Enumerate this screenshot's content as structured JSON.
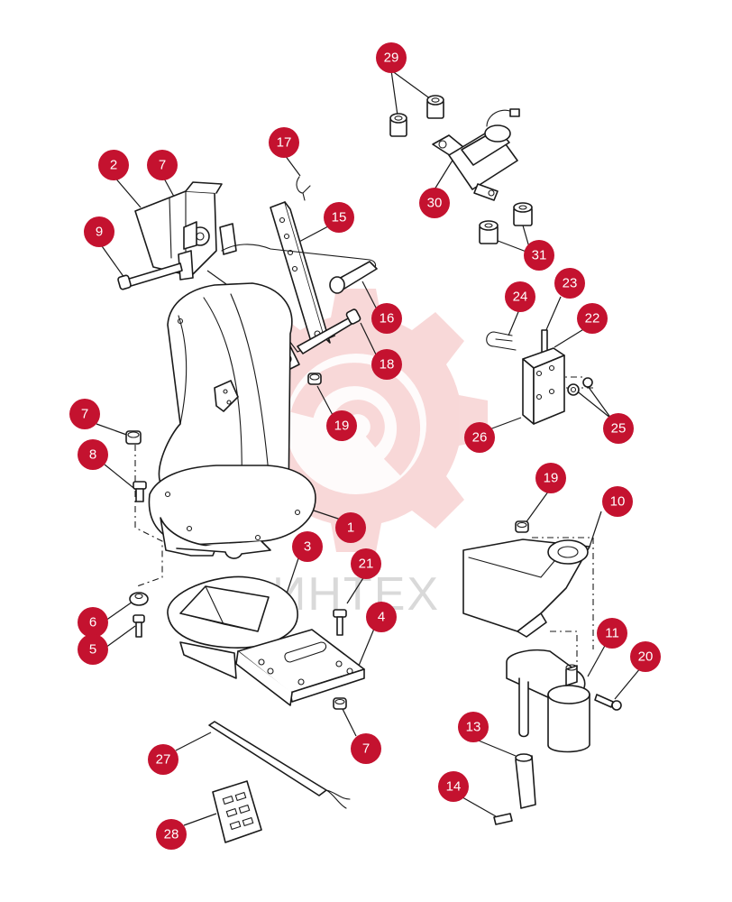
{
  "colors": {
    "callout_fill": "#c4122f",
    "callout_text": "#ffffff",
    "line": "#1a1a1a",
    "watermark_gear": "#f6c9c9",
    "watermark_text": "#d9d9d9"
  },
  "watermark": {
    "text": "ИНТЕХ",
    "icon": "gear-logo-icon"
  },
  "callouts": [
    {
      "id": "c29",
      "label": "29"
    },
    {
      "id": "c30",
      "label": "30"
    },
    {
      "id": "c31",
      "label": "31"
    },
    {
      "id": "c17",
      "label": "17"
    },
    {
      "id": "c2",
      "label": "2"
    },
    {
      "id": "c7a",
      "label": "7"
    },
    {
      "id": "c9",
      "label": "9"
    },
    {
      "id": "c15",
      "label": "15"
    },
    {
      "id": "c16",
      "label": "16"
    },
    {
      "id": "c18",
      "label": "18"
    },
    {
      "id": "c19a",
      "label": "19"
    },
    {
      "id": "c24",
      "label": "24"
    },
    {
      "id": "c23",
      "label": "23"
    },
    {
      "id": "c22",
      "label": "22"
    },
    {
      "id": "c26",
      "label": "26"
    },
    {
      "id": "c25",
      "label": "25"
    },
    {
      "id": "c7b",
      "label": "7"
    },
    {
      "id": "c8",
      "label": "8"
    },
    {
      "id": "c1",
      "label": "1"
    },
    {
      "id": "c3",
      "label": "3"
    },
    {
      "id": "c21",
      "label": "21"
    },
    {
      "id": "c4",
      "label": "4"
    },
    {
      "id": "c6",
      "label": "6"
    },
    {
      "id": "c5",
      "label": "5"
    },
    {
      "id": "c7c",
      "label": "7"
    },
    {
      "id": "c19b",
      "label": "19"
    },
    {
      "id": "c10",
      "label": "10"
    },
    {
      "id": "c11",
      "label": "11"
    },
    {
      "id": "c20",
      "label": "20"
    },
    {
      "id": "c13",
      "label": "13"
    },
    {
      "id": "c14",
      "label": "14"
    },
    {
      "id": "c27",
      "label": "27"
    },
    {
      "id": "c28",
      "label": "28"
    }
  ]
}
